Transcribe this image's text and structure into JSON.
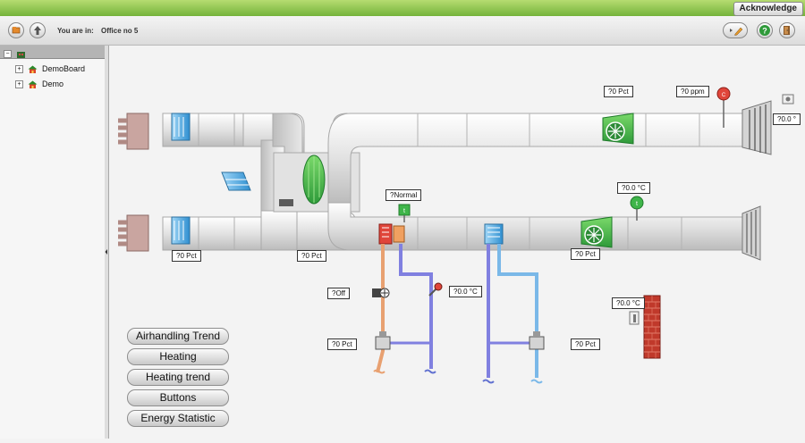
{
  "topbar": {
    "acknowledge_label": "Acknowledge"
  },
  "toolbar": {
    "location_prefix": "You are in:",
    "location": "Office no 5"
  },
  "icons": {
    "folder": "folder-icon",
    "up": "up-arrow-icon",
    "edit": "pencil-icon",
    "help": "help-icon",
    "exit": "exit-door-icon"
  },
  "tree": {
    "items": [
      {
        "label": "DemoBoard"
      },
      {
        "label": "Demo"
      }
    ]
  },
  "readouts": {
    "pct_top_right": "?0 Pct",
    "ppm": "?0 ppm",
    "temp_edge": "?0.0 °",
    "status_normal": "?Normal",
    "temp_supply": "?0.0 °C",
    "pct_bottom_left": "?0 Pct",
    "pct_middle": "?0 Pct",
    "pct_supply_fan": "?0 Pct",
    "pump_off": "?Off",
    "temp_heating": "?0.0 °C",
    "temp_outdoor": "?0.0 °C",
    "pct_valve_left": "?0 Pct",
    "pct_valve_right": "?0 Pct"
  },
  "nav_buttons": [
    {
      "label": "Airhandling Trend"
    },
    {
      "label": "Heating"
    },
    {
      "label": "Heating trend"
    },
    {
      "label": "Buttons"
    },
    {
      "label": "Energy Statistic"
    }
  ],
  "colors": {
    "topbar": "#8cc84b",
    "fan": "#3fb54a",
    "heater": "#e0453a",
    "cooler": "#43a6e0",
    "pipe_hot": "#e8a070",
    "pipe_return": "#8080e0",
    "pipe_cold": "#7ab8e8",
    "wall": "#c0392b"
  }
}
